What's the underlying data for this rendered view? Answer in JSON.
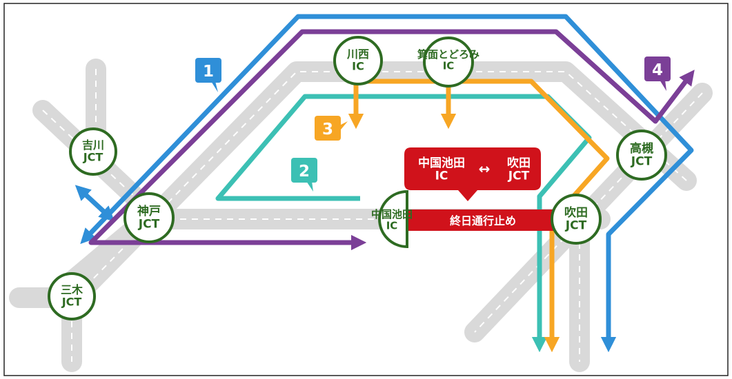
{
  "colors": {
    "road": "#d9d9d9",
    "road_centerline": "#ffffff",
    "route_blue": "#2f8fd8",
    "route_purple": "#7b3f97",
    "route_teal": "#3cc0b4",
    "route_orange": "#f7a624",
    "closure_red": "#d0121b",
    "node_green": "#2e6b22"
  },
  "nodes": {
    "yoshikawa": "吉川\nJCT",
    "kobe": "神戸\nJCT",
    "miki": "三木\nJCT",
    "kawanishi": "川西\nIC",
    "minoh": "箕面とどろみ\nIC",
    "takatsuki": "高槻\nJCT",
    "suita": "吹田\nJCT",
    "ikeda": "中国池田\nIC"
  },
  "route_badges": [
    "1",
    "2",
    "3",
    "4"
  ],
  "closure": {
    "from": "中国池田\nIC",
    "to": "吹田\nJCT",
    "arrow": "↔",
    "label": "終日通行止め"
  }
}
